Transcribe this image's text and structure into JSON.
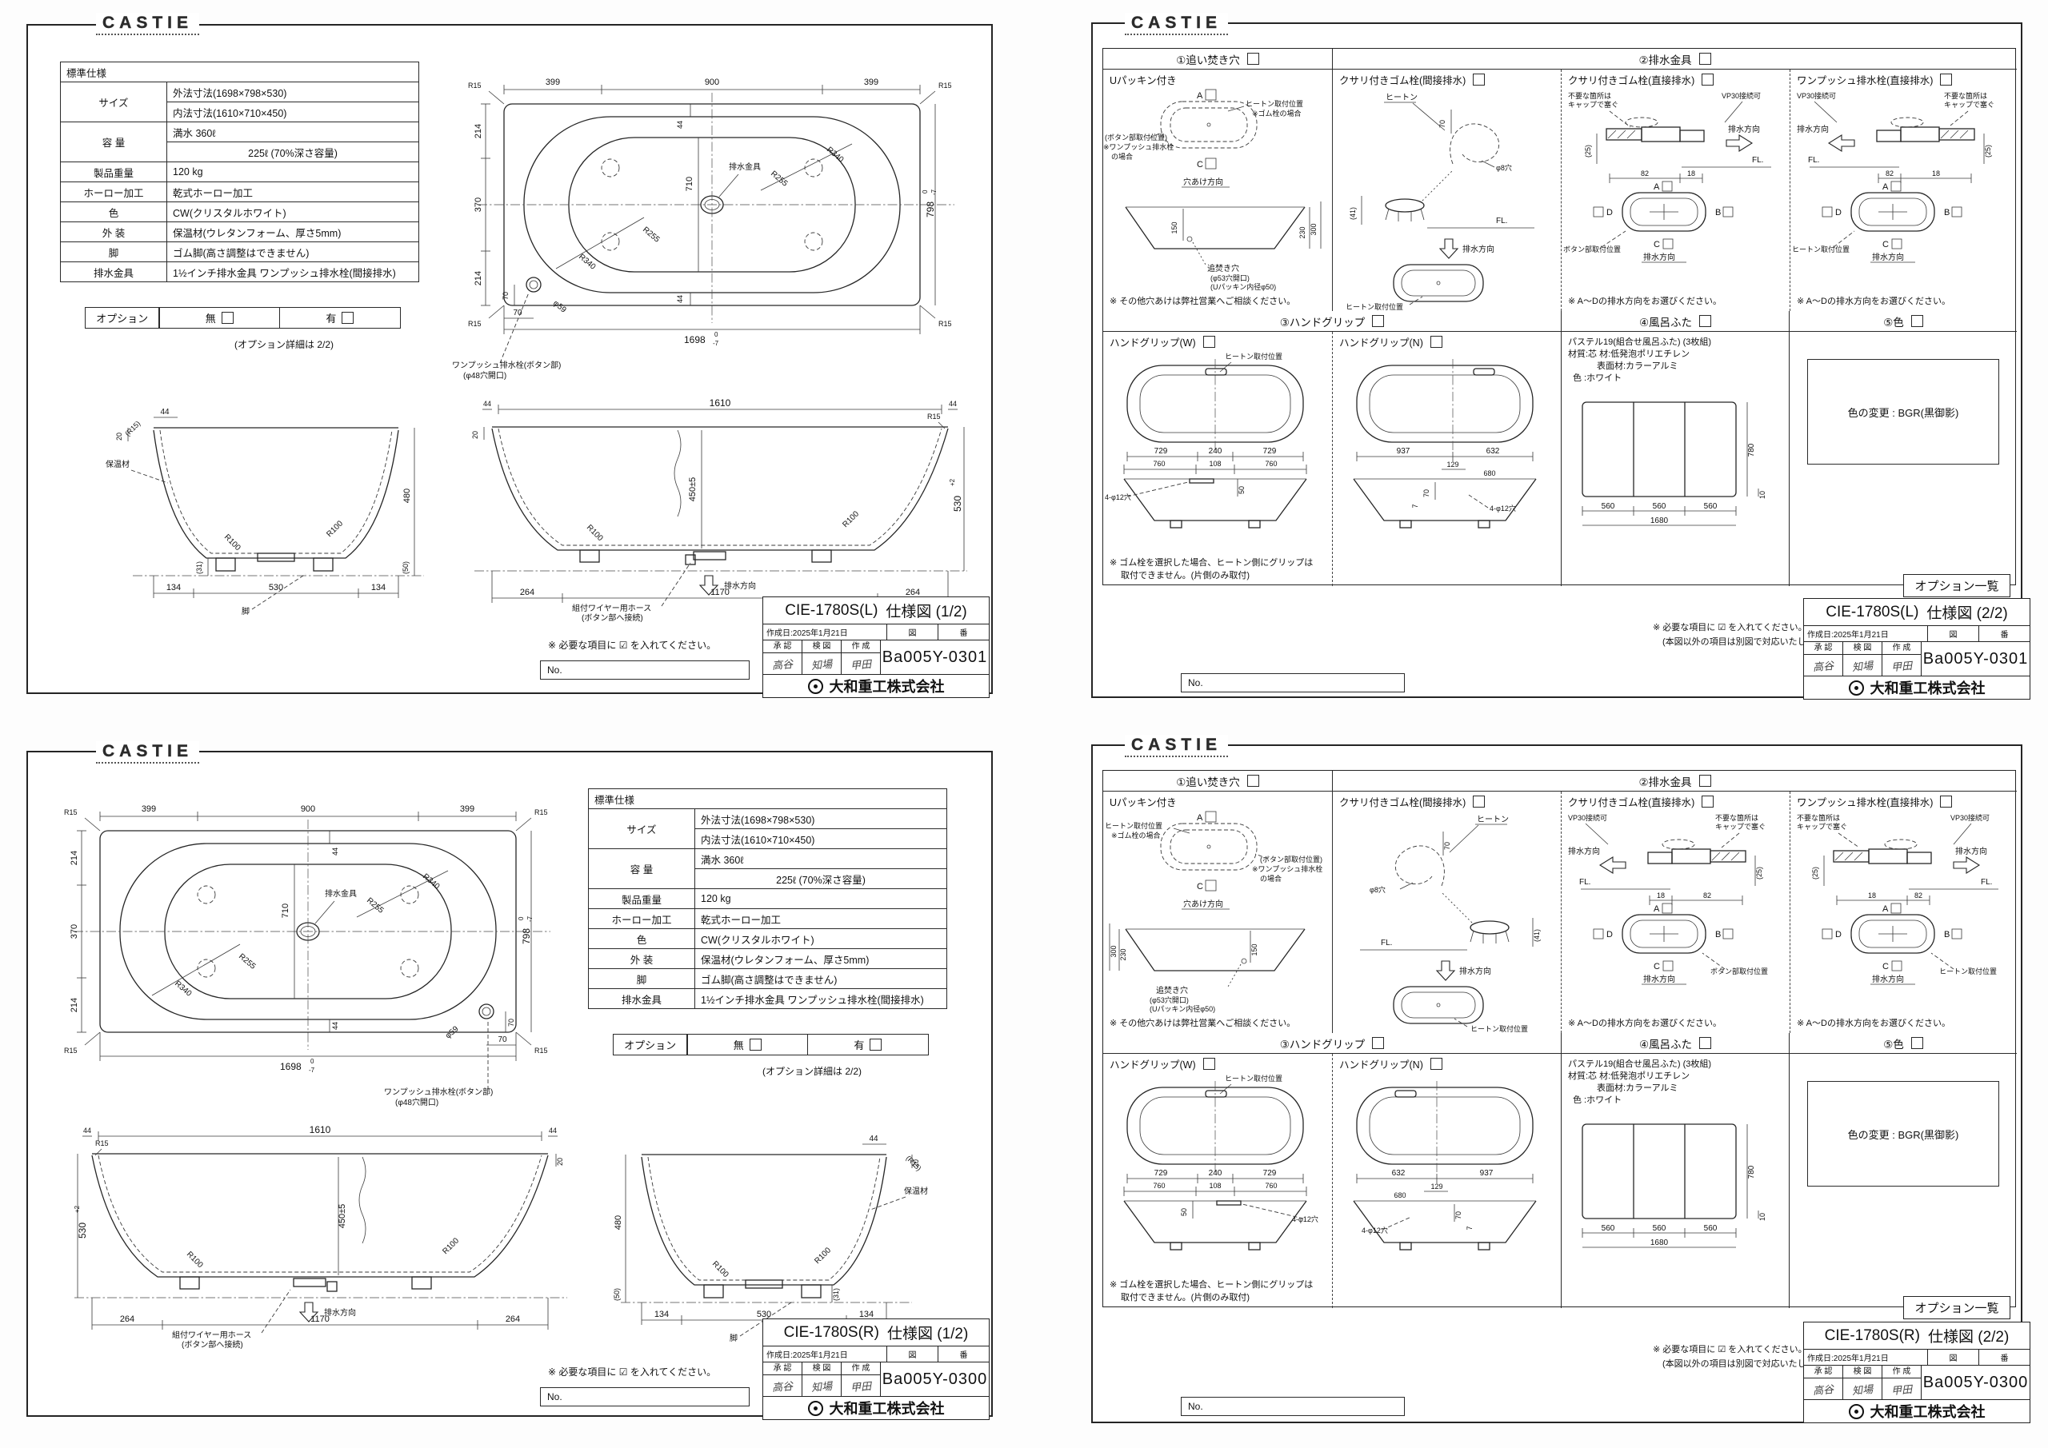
{
  "brand": {
    "logo": "CASTIE"
  },
  "company": "大和重工株式会社",
  "spec": {
    "header": "標準仕様",
    "size_label": "サイズ",
    "outer": "外法寸法(1698×798×530)",
    "inner": "内法寸法(1610×710×450)",
    "cap_label": "容 量",
    "cap_full": "満水 360ℓ",
    "cap_70": "225ℓ (70%深さ容量)",
    "weight_label": "製品重量",
    "weight": "120 kg",
    "enamel_label": "ホーロー加工",
    "enamel": "乾式ホーロー加工",
    "color_label": "色",
    "color": "CW(クリスタルホワイト)",
    "ext_label": "外 装",
    "ext": "保温材(ウレタンフォーム、厚さ5mm)",
    "leg_label": "脚",
    "leg": "ゴム脚(高さ調整はできません)",
    "drain_label": "排水金具",
    "drain": "1½インチ排水金具 ワンプッシュ排水栓(間接排水)",
    "option_label": "オプション",
    "none": "無",
    "yes": "有",
    "option_detail": "(オプション詳細は 2/2)"
  },
  "notes": {
    "check": "※ 必要な項目に ☑ を入れてください。",
    "check2": "(本図以外の項目は別図で対応いたします。)",
    "other_holes": "※ その他穴あけは弊社営業へご相談ください。",
    "select_dir": "※ A〜Dの排水方向をお選びください。",
    "grip1": "※ ゴム栓を選択した場合、ヒートン側にグリップは",
    "grip2": "取付できません。(片側のみ取付)"
  },
  "tb": {
    "created": "作成日:2025年1月21日",
    "zu": "図",
    "ban": "番",
    "approve": "承 認",
    "kenzu": "検 図",
    "sakusei": "作 成",
    "stamp1": "高谷",
    "stamp2": "知場",
    "stamp3": "甲田",
    "no": "No.",
    "opt_list": "オプション一覧"
  },
  "sheets": {
    "tl": {
      "model": "CIE-1780S(L)",
      "title": "仕様図 (1/2)",
      "dwg": "Ba005Y-0301"
    },
    "tr": {
      "model": "CIE-1780S(L)",
      "title": "仕様図 (2/2)",
      "dwg": "Ba005Y-0301"
    },
    "bl": {
      "model": "CIE-1780S(R)",
      "title": "仕様図 (1/2)",
      "dwg": "Ba005Y-0300"
    },
    "br": {
      "model": "CIE-1780S(R)",
      "title": "仕様図 (2/2)",
      "dwg": "Ba005Y-0300"
    }
  },
  "pd": {
    "d399": "399",
    "d900": "900",
    "d44": "44",
    "d214": "214",
    "d370": "370",
    "d710": "710",
    "w": "1698",
    "wu": "0",
    "wl": "-7",
    "h": "798",
    "hu": "0",
    "hl": "-7",
    "r15": "R15",
    "r340": "R340",
    "r255": "R255",
    "phi59": "φ59",
    "d70": "70",
    "drain": "排水金具",
    "op1": "ワンプッシュ排水栓(ボタン部)",
    "op2": "(φ48穴開口)"
  },
  "sa": {
    "d44": "44",
    "r15": "(R15)",
    "d20": "20",
    "insul": "保温材",
    "r100": "R100",
    "d480": "480",
    "d31": "(31)",
    "d50": "(50)",
    "d134": "134",
    "d530": "530",
    "leg": "脚"
  },
  "sb": {
    "d1610": "1610",
    "d44": "44",
    "d20": "20",
    "depth": "450±5",
    "h": "530",
    "htol": "+2",
    "r100": "R100",
    "r15": "R15",
    "d264": "264",
    "d1170": "1170",
    "dir": "排水方向",
    "hose1": "組付ワイヤー用ホース",
    "hose2": "(ボタン部へ接続)"
  },
  "opt": {
    "h1": "①追い焚き穴",
    "h2": "②排水金具",
    "h3": "③ハンドグリップ",
    "h4": "④風呂ふた",
    "h5": "⑤色",
    "c1": "Uパッキン付き",
    "c2": "クサリ付きゴム栓(間接排水)",
    "c3": "クサリ付きゴム栓(直接排水)",
    "c4": "ワンプッシュ排水栓(直接排水)",
    "gw": "ハンドグリップ(W)",
    "gn": "ハンドグリップ(N)",
    "lid1": "パステル19(組合せ風呂ふた) (3枚組)",
    "lid2": "材質:芯 材:低発泡ポリエチレン",
    "lid3": "表面材:カラーアルミ",
    "lid4": "色 :ホワイト",
    "color_change": "色の変更 : BGR(黒御影)",
    "heaton": "ヒートン",
    "heaton_pos": "ヒートン取付位置",
    "gom_case": "※ゴム栓の場合",
    "btn1": "(ボタン部取付位置)",
    "btn2": "※ワンプッシュ排水栓",
    "btn3": "の場合",
    "btn_pos": "ボタン部取付位置",
    "hole_dir": "穴あけ方向",
    "oid1": "追焚き穴",
    "oid2": "(φ53穴開口)",
    "oid3": "(Uパッキン内径φ50)",
    "cap1": "不要な箇所は",
    "cap2": "キャップで塞ぐ",
    "vp30": "VP30接続可",
    "dir": "排水方向",
    "fl": "FL.",
    "A": "A",
    "B": "B",
    "C": "C",
    "D": "D",
    "phi8": "φ8穴"
  },
  "od": {
    "d70": "70",
    "d150": "150",
    "d230": "230",
    "d300": "300",
    "d41": "(41)",
    "d82": "82",
    "d18": "18",
    "d25": "(25)",
    "d729": "729",
    "d240": "240",
    "d760": "760",
    "d108": "108",
    "d50": "50",
    "d937": "937",
    "d632": "632",
    "d129": "129",
    "d680": "680",
    "d7": "7",
    "holes": "4-φ12穴",
    "d560": "560",
    "d1680": "1680",
    "d780": "780",
    "d10": "10"
  }
}
